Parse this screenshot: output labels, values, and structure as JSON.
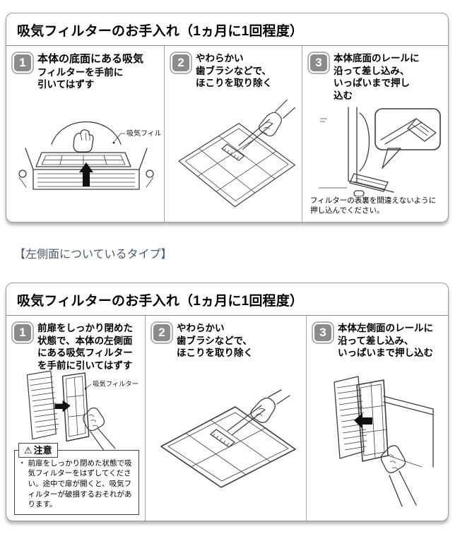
{
  "colors": {
    "box_border": "#9a9a9a",
    "badge_bg": "#8b8b8b",
    "heading_color": "#4b5b6e",
    "line_art": "#3c3c3c"
  },
  "middle_heading": "【左側面についているタイプ】",
  "filter_label": "吸気フィルター",
  "sections": [
    {
      "title": "吸気フィルターのお手入れ（1ヵ月に1回程度）",
      "steps": [
        {
          "num": "1",
          "lines": [
            "本体の底面にある吸気",
            "フィルターを手前に",
            "引いてはずす"
          ],
          "big_first": true,
          "art": "top1"
        },
        {
          "num": "2",
          "lines": [
            "やわらかい",
            "歯ブラシなどで、",
            "ほこりを取り除く"
          ],
          "art": "top2"
        },
        {
          "num": "3",
          "lines": [
            "本体底面のレールに",
            "沿って差し込み、",
            "いっぱいまで押し",
            "込む"
          ],
          "art": "top3",
          "note": "フィルターの表裏を間違えないように押し込んでください。"
        }
      ]
    },
    {
      "title": "吸気フィルターのお手入れ（1ヵ月に1回程度）",
      "steps": [
        {
          "num": "1",
          "lines": [
            "前扉をしっかり閉めた",
            "状態で、本体の左側面",
            "にある吸気フィルター",
            "を手前に引いてはずす"
          ],
          "art": "left1",
          "caution": {
            "icon": "⚠",
            "label": "注意",
            "bullet": "・",
            "text": "前扉をしっかり閉めた状態で吸気フィルターをはずしてください。途中で扉が開くと、吸気フィルターが破損するおそれがあります。"
          }
        },
        {
          "num": "2",
          "lines": [
            "やわらかい",
            "歯ブラシなどで、",
            "ほこりを取り除く"
          ],
          "art": "left2"
        },
        {
          "num": "3",
          "lines": [
            "本体左側面のレールに",
            "沿って差し込み、",
            "いっぱいまで押し込む"
          ],
          "art": "left3"
        }
      ]
    }
  ]
}
